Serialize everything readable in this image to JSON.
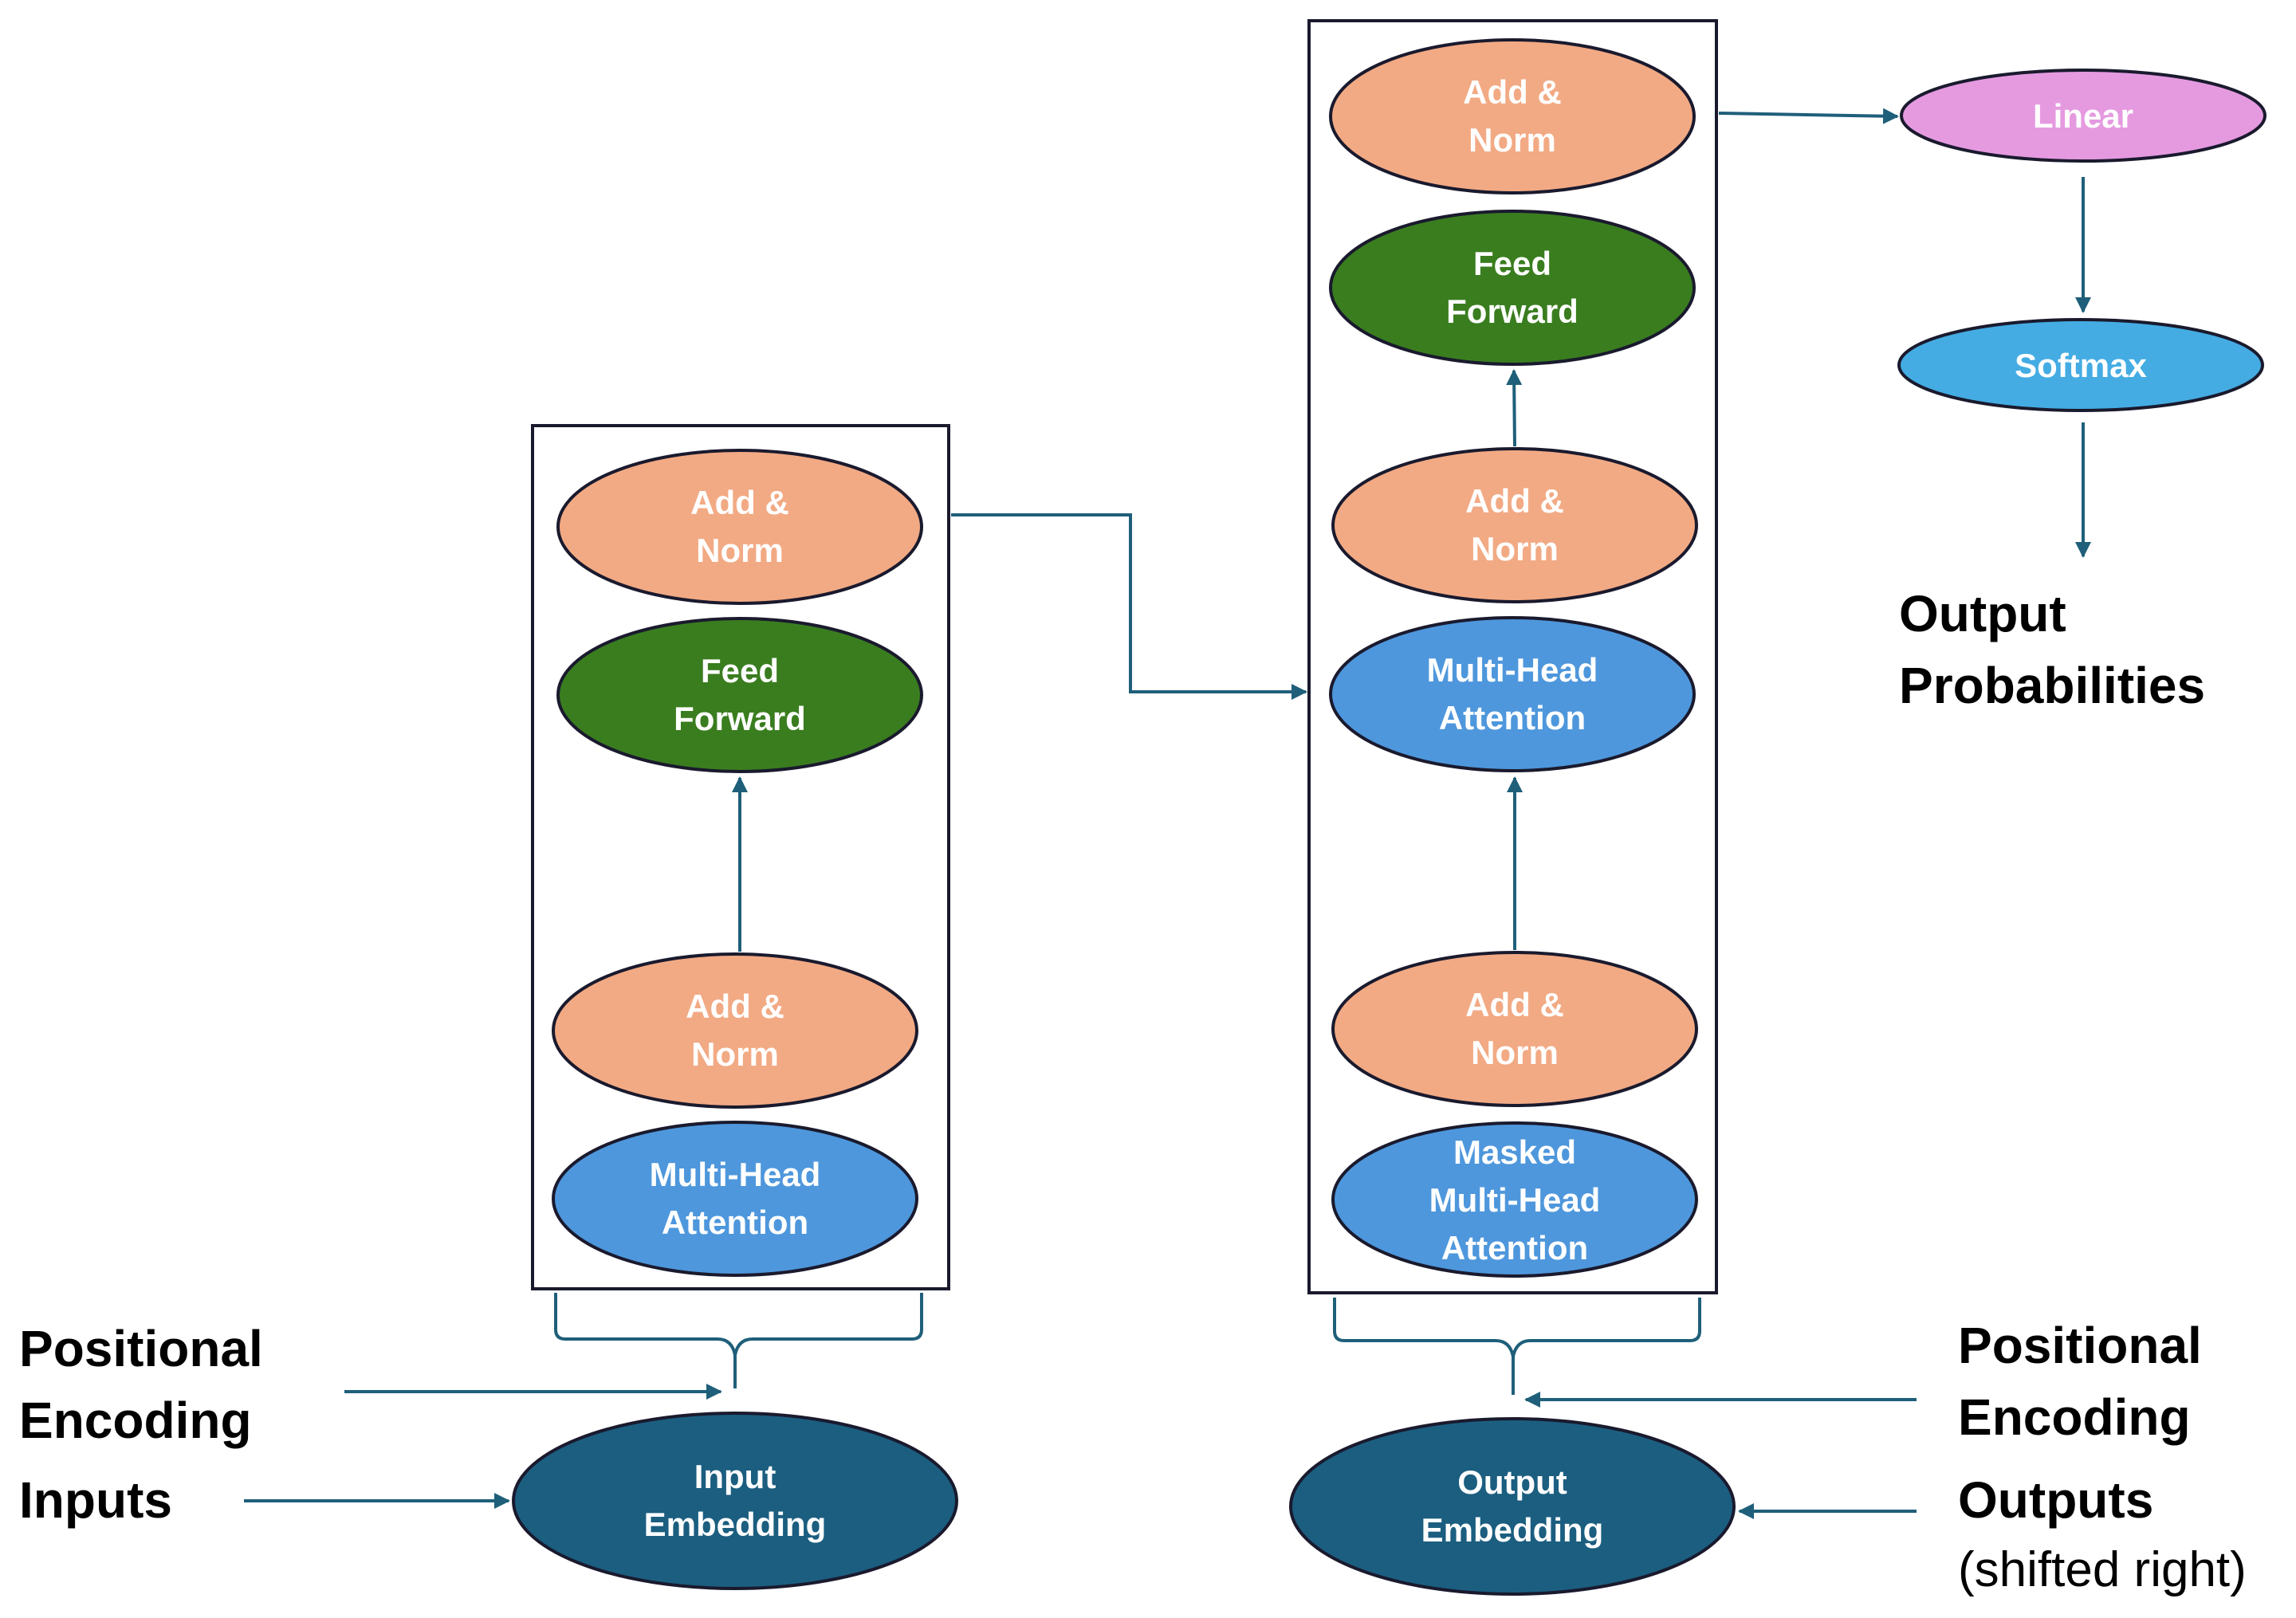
{
  "colors": {
    "add_norm": "#f2aa84",
    "feed_forward": "#3a7d1f",
    "attention": "#4e97dc",
    "embedding": "#1b5e80",
    "linear": "#e59ae0",
    "softmax": "#44ace3",
    "arrow": "#1f5f7a",
    "outline": "#1a1a2e"
  },
  "encoder": {
    "add_norm_top": [
      "Add &",
      "Norm"
    ],
    "feed_forward": [
      "Feed",
      "Forward"
    ],
    "add_norm_bottom": [
      "Add &",
      "Norm"
    ],
    "attention": [
      "Multi-Head",
      "Attention"
    ],
    "input_embedding": [
      "Input",
      "Embedding"
    ]
  },
  "decoder": {
    "add_norm_top": [
      "Add &",
      "Norm"
    ],
    "feed_forward": [
      "Feed",
      "Forward"
    ],
    "add_norm_middle": [
      "Add &",
      "Norm"
    ],
    "cross_attention": [
      "Multi-Head",
      "Attention"
    ],
    "add_norm_bottom": [
      "Add &",
      "Norm"
    ],
    "masked_attention": [
      "Masked",
      "Multi-Head",
      "Attention"
    ],
    "output_embedding": [
      "Output",
      "Embedding"
    ]
  },
  "head": {
    "linear": "Linear",
    "softmax": "Softmax",
    "output_probabilities": [
      "Output",
      "Probabilities"
    ]
  },
  "left_labels": {
    "positional_encoding": [
      "Positional",
      "Encoding"
    ],
    "inputs": "Inputs"
  },
  "right_labels": {
    "positional_encoding": [
      "Positional",
      "Encoding"
    ],
    "outputs": "Outputs",
    "outputs_note": "(shifted right)"
  }
}
